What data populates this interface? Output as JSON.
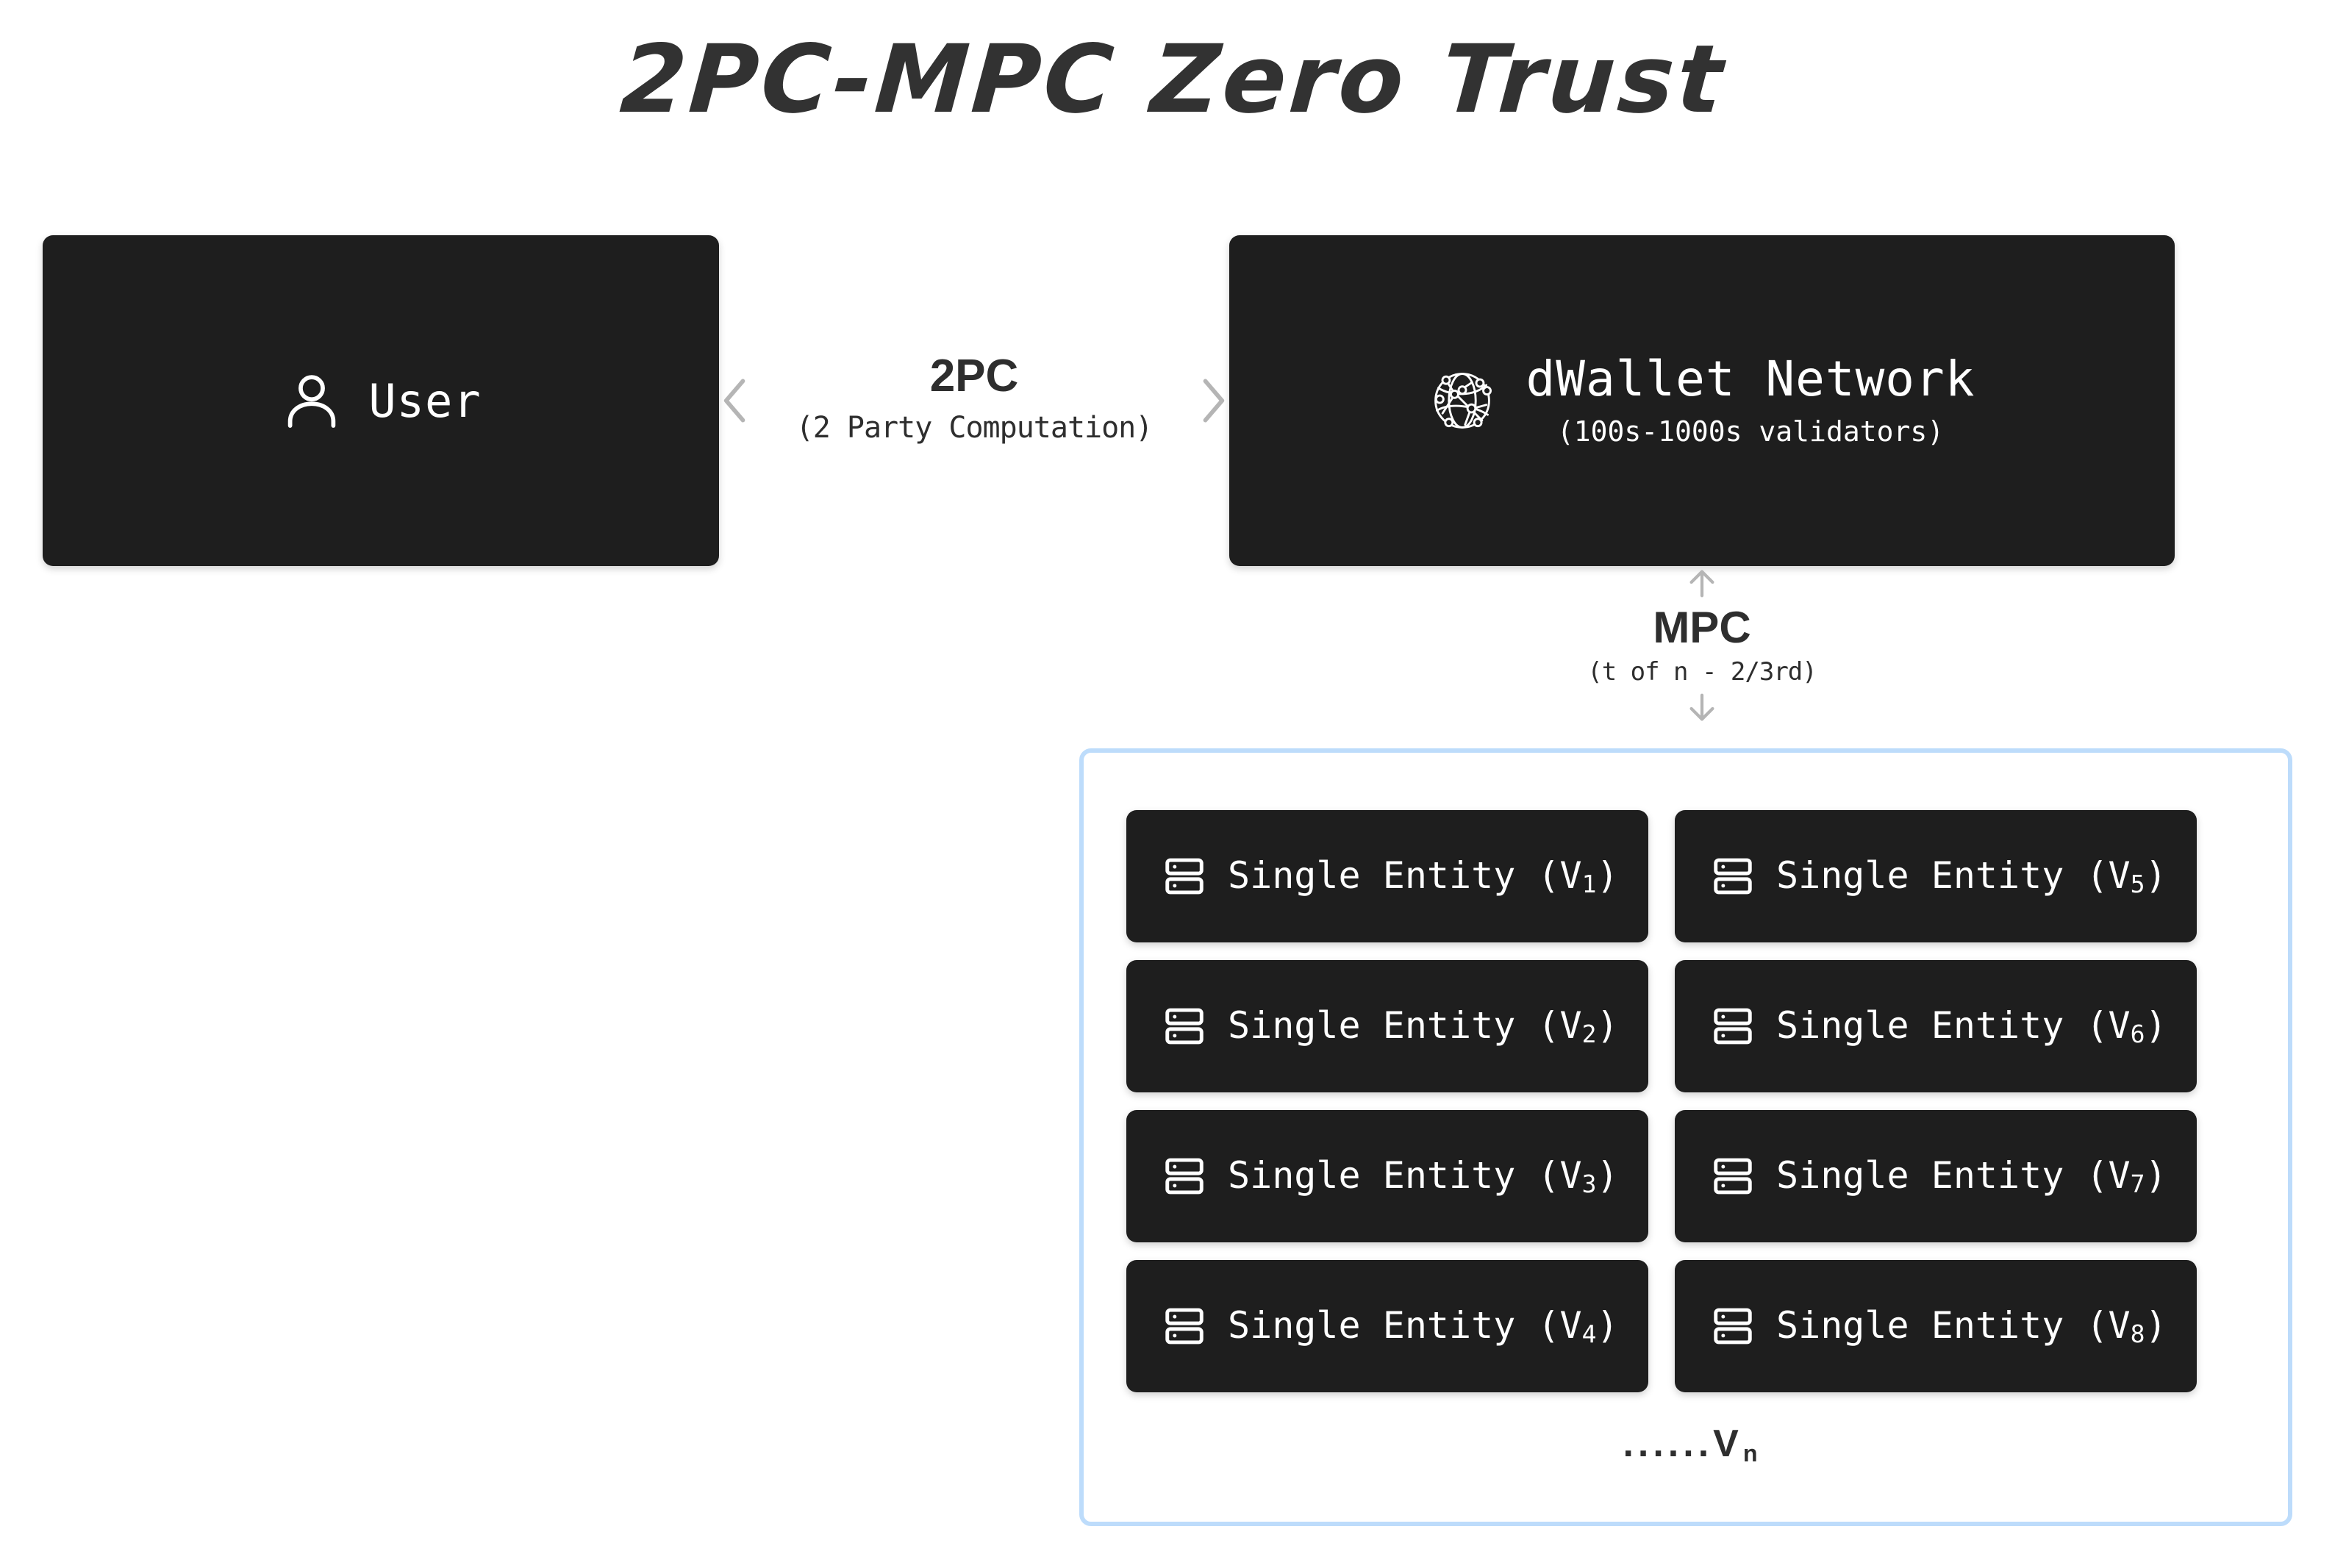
{
  "title": "2PC-MPC Zero Trust",
  "colors": {
    "background": "#ffffff",
    "card": "#1e1e1e",
    "card_text": "#ffffff",
    "diagram_text": "#2e2e2e",
    "arrow": "#b5b5b5",
    "container_border": "#bddcfb"
  },
  "nodes": {
    "user": {
      "label": "User",
      "icon": "person-icon"
    },
    "dwallet": {
      "label": "dWallet Network",
      "sublabel": "(100s-1000s validators)",
      "icon": "network-globe-icon"
    }
  },
  "connectors": {
    "two_pc": {
      "title": "2PC",
      "subtitle": "(2 Party Computation)",
      "direction": "bidirectional",
      "left_icon": "chevron-left-icon",
      "right_icon": "chevron-right-icon"
    },
    "mpc": {
      "title": "MPC",
      "subtitle": "(t of n - 2/3rd)",
      "direction": "bidirectional-vertical",
      "up_icon": "arrow-up-icon",
      "down_icon": "arrow-down-icon"
    }
  },
  "validators": {
    "items": [
      {
        "label": "Single Entity (V",
        "sub": "1",
        "close": ")",
        "icon": "server-stack-icon"
      },
      {
        "label": "Single Entity (V",
        "sub": "5",
        "close": ")",
        "icon": "server-stack-icon"
      },
      {
        "label": "Single Entity (V",
        "sub": "2",
        "close": ")",
        "icon": "server-stack-icon"
      },
      {
        "label": "Single Entity (V",
        "sub": "6",
        "close": ")",
        "icon": "server-stack-icon"
      },
      {
        "label": "Single Entity (V",
        "sub": "3",
        "close": ")",
        "icon": "server-stack-icon"
      },
      {
        "label": "Single Entity (V",
        "sub": "7",
        "close": ")",
        "icon": "server-stack-icon"
      },
      {
        "label": "Single Entity (V",
        "sub": "4",
        "close": ")",
        "icon": "server-stack-icon"
      },
      {
        "label": "Single Entity (V",
        "sub": "8",
        "close": ")",
        "icon": "server-stack-icon"
      }
    ],
    "ellipsis": "......V",
    "ellipsis_sub": "n"
  }
}
